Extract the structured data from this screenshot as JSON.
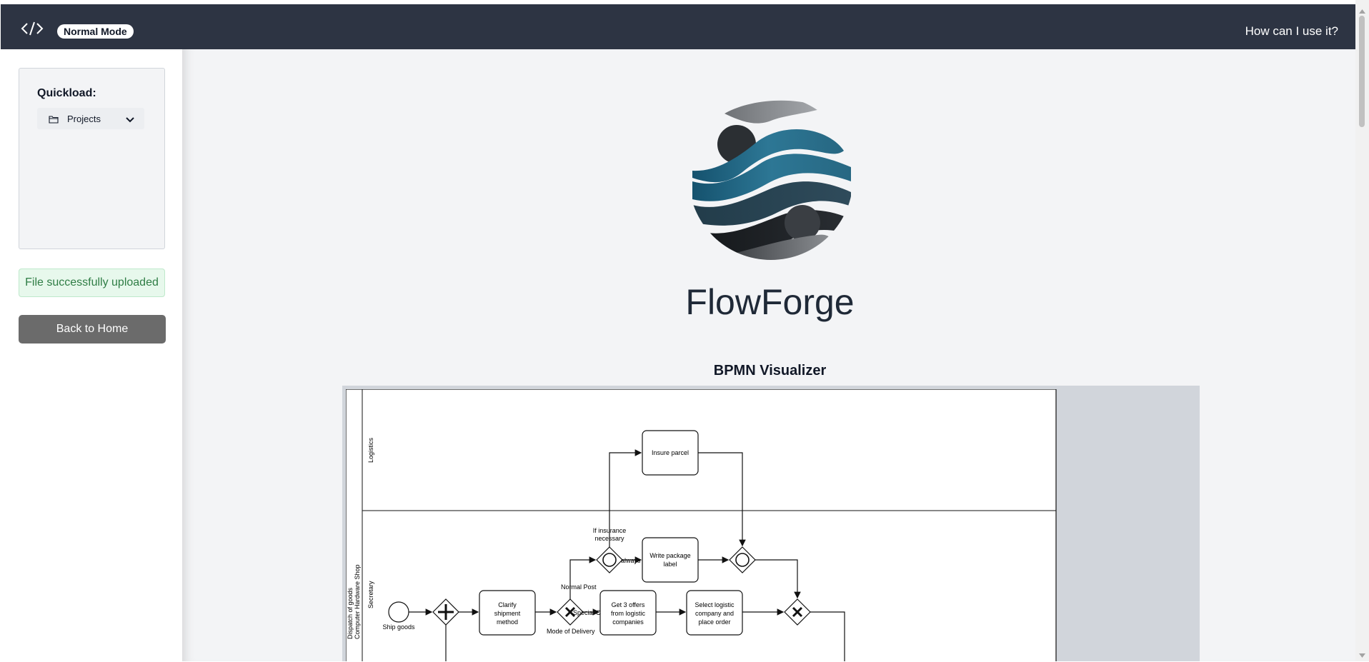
{
  "header": {
    "code_icon": "code-icon",
    "mode_badge": "Normal Mode",
    "help_link": "How can I use it?"
  },
  "sidebar": {
    "quickload_title": "Quickload:",
    "projects_dropdown": "Projects",
    "upload_status": "File successfully uploaded",
    "back_button": "Back to Home"
  },
  "main": {
    "app_title": "FlowForge",
    "visualizer_title": "BPMN Visualizer"
  },
  "bpmn": {
    "pool_label_1": "Dispatch of goods",
    "pool_label_2": "Computer Hardware Shop",
    "lane_logistics": "Logistics",
    "lane_secretary": "Secretary",
    "task_insure": "Insure parcel",
    "task_write_1": "Write package",
    "task_write_2": "label",
    "task_clarify_1": "Clarify",
    "task_clarify_2": "shipment",
    "task_clarify_3": "method",
    "task_offers_1": "Get 3 offers",
    "task_offers_2": "from logistic",
    "task_offers_3": "companies",
    "task_select_1": "Select logistic",
    "task_select_2": "company and",
    "task_select_3": "place order",
    "start_event": "Ship goods",
    "label_insurance_1": "If insurance",
    "label_insurance_2": "necessary",
    "label_always": "always",
    "label_normal_post": "Normal Post",
    "label_special_carrier": "Special Carrier",
    "label_mode_delivery": "Mode of Delivery"
  },
  "colors": {
    "topbar": "#2d3443",
    "main_bg": "#f3f4f6",
    "success_bg": "#e7f8ec",
    "success_text": "#2f7d45",
    "back_button": "#6b6b6b",
    "logo_blue": "#2a6d8a",
    "logo_dark": "#1f2428"
  }
}
